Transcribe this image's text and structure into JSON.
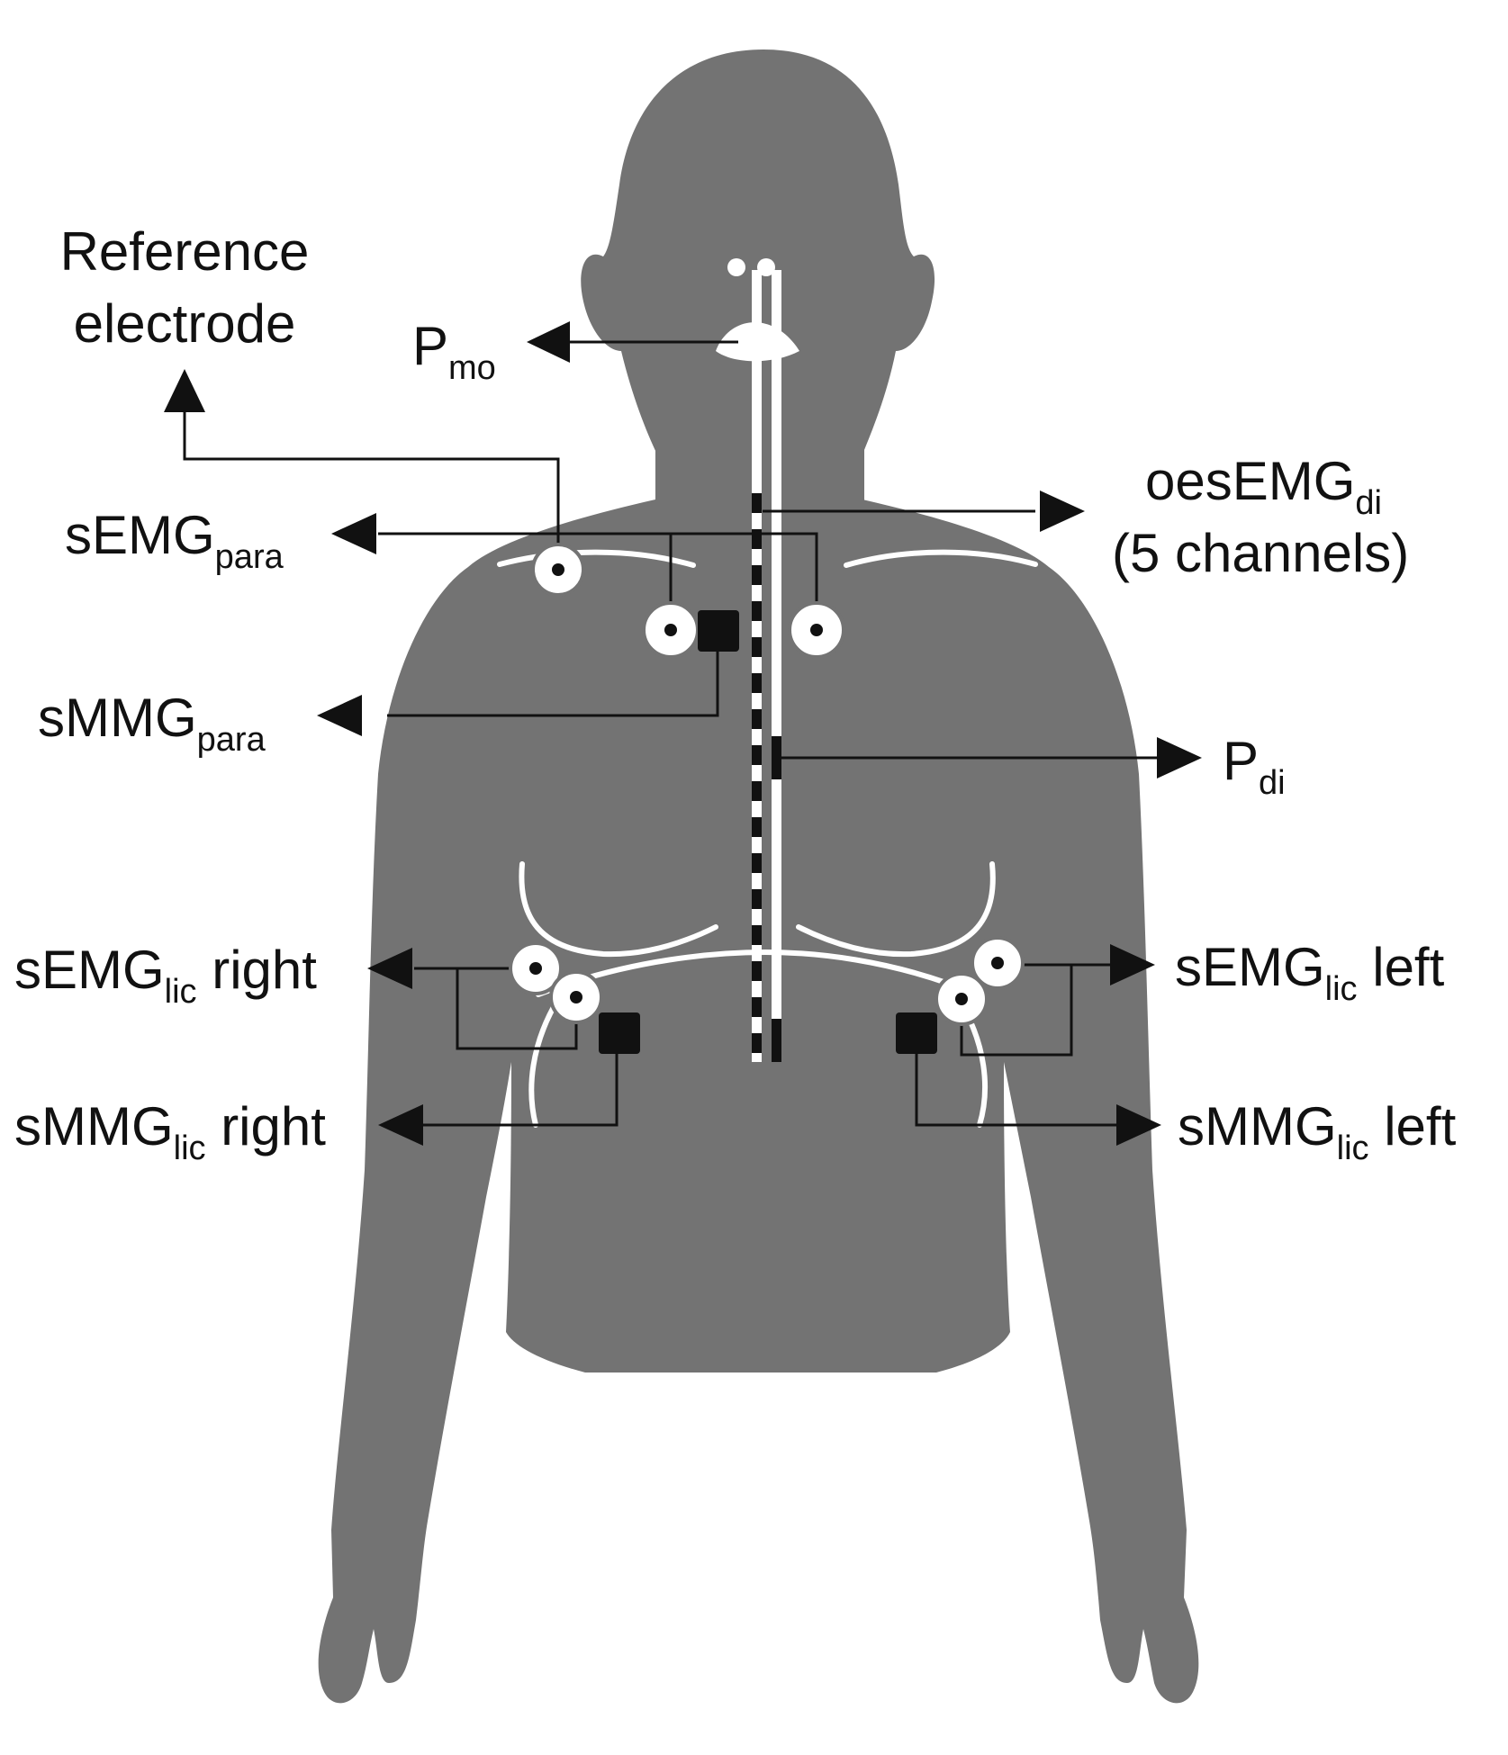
{
  "labels": {
    "reference_line1": "Reference",
    "reference_line2": "electrode",
    "pmo_base": "P",
    "pmo_sub": "mo",
    "oesemg_base": "oesEMG",
    "oesemg_sub": "di",
    "oesemg_line2": "(5 channels)",
    "semg_para_base": "sEMG",
    "semg_para_sub": "para",
    "smmg_para_base": "sMMG",
    "smmg_para_sub": "para",
    "pdi_base": "P",
    "pdi_sub": "di",
    "semg_lic_right_base": "sEMG",
    "semg_lic_right_sub": "lic",
    "semg_lic_right_tail": " right",
    "smmg_lic_right_base": "sMMG",
    "smmg_lic_right_sub": "lic",
    "smmg_lic_right_tail": " right",
    "semg_lic_left_base": "sEMG",
    "semg_lic_left_sub": "lic",
    "semg_lic_left_tail": " left",
    "smmg_lic_left_base": "sMMG",
    "smmg_lic_left_sub": "lic",
    "smmg_lic_left_tail": " left"
  },
  "colors": {
    "silhouette": "#737373",
    "lines": "#111111",
    "electrode": "#ffffff",
    "background": "#ffffff"
  }
}
